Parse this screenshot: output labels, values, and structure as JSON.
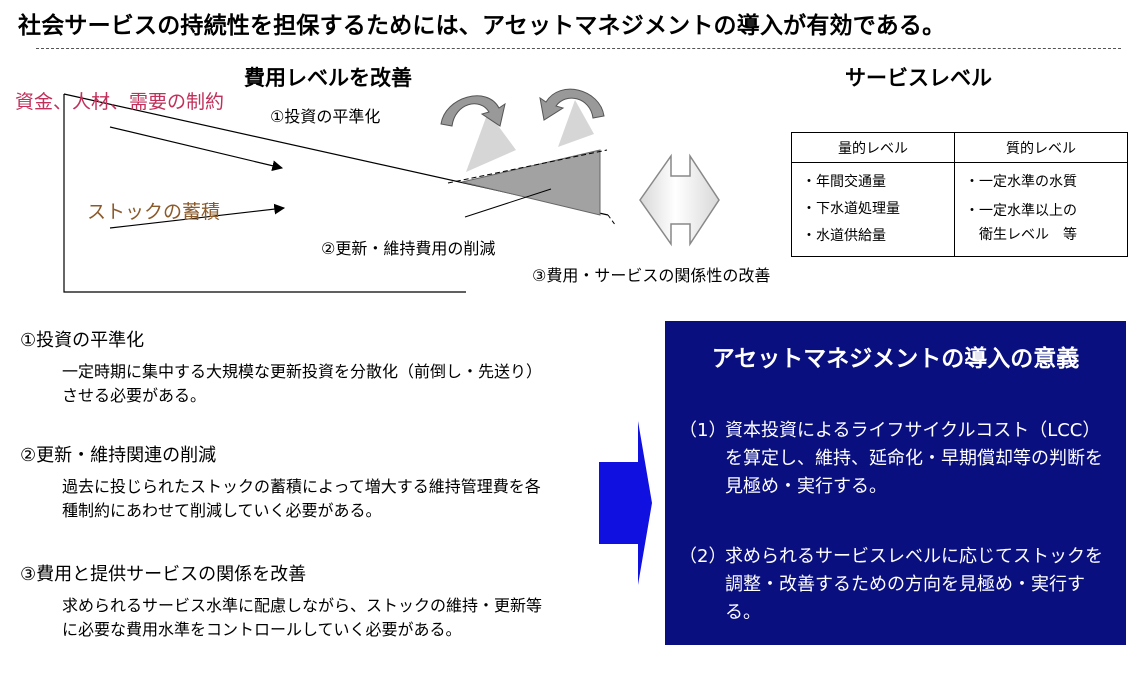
{
  "title": "社会サービスの持続性を担保するためには、アセットマネジメントの導入が有効である。",
  "diagram": {
    "cost_heading": "費用レベルを改善",
    "constraints_label": "資金、人材、需要の制約",
    "stock_label": "ストックの蓄積",
    "point1_label": "①投資の平準化",
    "point2_label": "②更新・維持費用の削減",
    "point3_label": "③費用・サービスの関係性の改善",
    "service_heading": "サービスレベル"
  },
  "service_table": {
    "headers": [
      "量的レベル",
      "質的レベル"
    ],
    "quantitative": [
      "・年間交通量",
      "・下水道処理量",
      "・水道供給量"
    ],
    "qualitative": [
      "・一定水準の水質",
      "・一定水準以上の",
      "　衛生レベル　等"
    ]
  },
  "sections": [
    {
      "heading": "①投資の平準化",
      "body": "一定時期に集中する大規模な更新投資を分散化（前倒し・先送り）させる必要がある。"
    },
    {
      "heading": "②更新・維持関連の削減",
      "body": "過去に投じられたストックの蓄積によって増大する維持管理費を各種制約にあわせて削減していく必要がある。"
    },
    {
      "heading": "③費用と提供サービスの関係を改善",
      "body": "求められるサービス水準に配慮しながら、ストックの維持・更新等に必要な費用水準をコントロールしていく必要がある。"
    }
  ],
  "significance": {
    "title": "アセットマネジメントの導入の意義",
    "items": [
      {
        "num": "（1）",
        "text": "資本投資によるライフサイクルコスト（LCC）を算定し、維持、延命化・早期償却等の判断を見極め・実行する。"
      },
      {
        "num": "（2）",
        "text": "求められるサービスレベルに応じてストックを調整・改善するための方向を見極め・実行する。"
      }
    ]
  },
  "colors": {
    "box_blue": "#0a0f80",
    "arrow_blue": "#1010e0",
    "constraint_red": "#c0305a",
    "stock_brown": "#8b5a2b"
  }
}
